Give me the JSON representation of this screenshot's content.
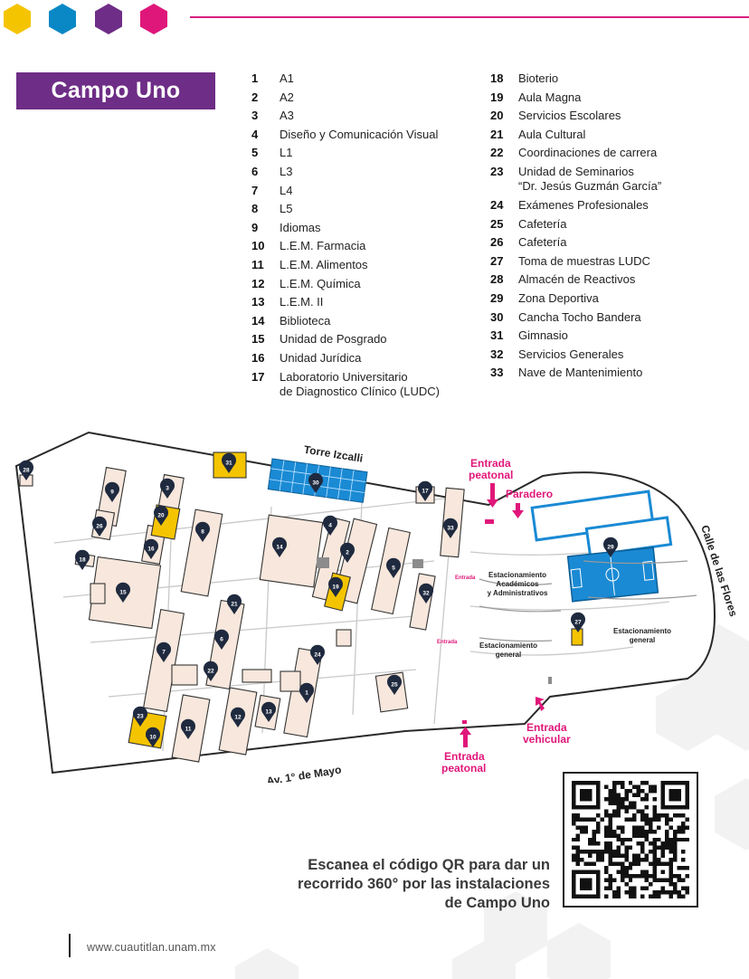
{
  "header": {
    "hex_colors": [
      "#f5c400",
      "#0a88c6",
      "#6e2d86",
      "#e0177a"
    ],
    "rule_color": "#d41f7f"
  },
  "title": "Campo Uno",
  "legend": {
    "col1": [
      {
        "num": "1",
        "label": "A1"
      },
      {
        "num": "2",
        "label": "A2"
      },
      {
        "num": "3",
        "label": "A3"
      },
      {
        "num": "4",
        "label": "Diseño y Comunicación Visual"
      },
      {
        "num": "5",
        "label": "L1"
      },
      {
        "num": "6",
        "label": "L3"
      },
      {
        "num": "7",
        "label": "L4"
      },
      {
        "num": "8",
        "label": "L5"
      },
      {
        "num": "9",
        "label": "Idiomas"
      },
      {
        "num": "10",
        "label": "L.E.M. Farmacia"
      },
      {
        "num": "11",
        "label": "L.E.M. Alimentos"
      },
      {
        "num": "12",
        "label": "L.E.M. Química"
      },
      {
        "num": "13",
        "label": "L.E.M. II"
      },
      {
        "num": "14",
        "label": "Biblioteca"
      },
      {
        "num": "15",
        "label": "Unidad de Posgrado"
      },
      {
        "num": "16",
        "label": "Unidad Jurídica"
      },
      {
        "num": "17",
        "label": "Laboratorio Universitario",
        "label2": "de Diagnostico Clínico (LUDC)"
      }
    ],
    "col2": [
      {
        "num": "18",
        "label": "Bioterio"
      },
      {
        "num": "19",
        "label": "Aula Magna"
      },
      {
        "num": "20",
        "label": "Servicios Escolares"
      },
      {
        "num": "21",
        "label": "Aula Cultural"
      },
      {
        "num": "22",
        "label": "Coordinaciones de carrera"
      },
      {
        "num": "23",
        "label": "Unidad de Seminarios",
        "label2": "“Dr. Jesús Guzmán García”"
      },
      {
        "num": "24",
        "label": "Exámenes Profesionales"
      },
      {
        "num": "25",
        "label": "Cafetería"
      },
      {
        "num": "26",
        "label": "Cafetería"
      },
      {
        "num": "27",
        "label": "Toma de muestras LUDC"
      },
      {
        "num": "28",
        "label": "Almacén de Reactivos"
      },
      {
        "num": "29",
        "label": "Zona Deportiva"
      },
      {
        "num": "30",
        "label": "Cancha Tocho Bandera"
      },
      {
        "num": "31",
        "label": "Gimnasio"
      },
      {
        "num": "32",
        "label": "Servicios Generales"
      },
      {
        "num": "33",
        "label": "Nave de Mantenimiento"
      }
    ]
  },
  "map": {
    "streets": {
      "north": "Torre Izcalli",
      "east": "Calle de las Flores",
      "south": "Av. 1° de Mayo"
    },
    "labels": {
      "entrada_peatonal_top_1": "Entrada",
      "entrada_peatonal_top_2": "peatonal",
      "paradero": "Paradero",
      "entrada_small_1": "Entrada",
      "entrada_small_2": "Entrada",
      "est_acad_1": "Estacionamiento",
      "est_acad_2": "Académicos",
      "est_acad_3": "y Administrativos",
      "est_gen_1": "Estacionamiento",
      "est_gen_2": "general",
      "est_gen_east_1": "Estacionamiento",
      "est_gen_east_2": "general",
      "entrada_vehicular_1": "Entrada",
      "entrada_vehicular_2": "vehicular",
      "entrada_peatonal_bottom_1": "Entrada",
      "entrada_peatonal_bottom_2": "peatonal"
    },
    "markers": [
      "1",
      "2",
      "3",
      "4",
      "5",
      "6",
      "7",
      "8",
      "9",
      "10",
      "11",
      "12",
      "13",
      "14",
      "15",
      "16",
      "17",
      "18",
      "19",
      "20",
      "21",
      "22",
      "23",
      "24",
      "25",
      "26",
      "27",
      "28",
      "29",
      "30",
      "31",
      "32",
      "33"
    ],
    "colors": {
      "marker": "#1f2a3f",
      "accent": "#e0177a",
      "building": "#f7e7dc",
      "highlight": "#f5c400",
      "sports": "#1a8ad4"
    }
  },
  "qr": {
    "text_1": "Escanea el código QR para dar un",
    "text_2": "recorrido 360° por las instalaciones",
    "text_3": "de Campo Uno"
  },
  "footer": {
    "url": "www.cuautitlan.unam.mx"
  }
}
